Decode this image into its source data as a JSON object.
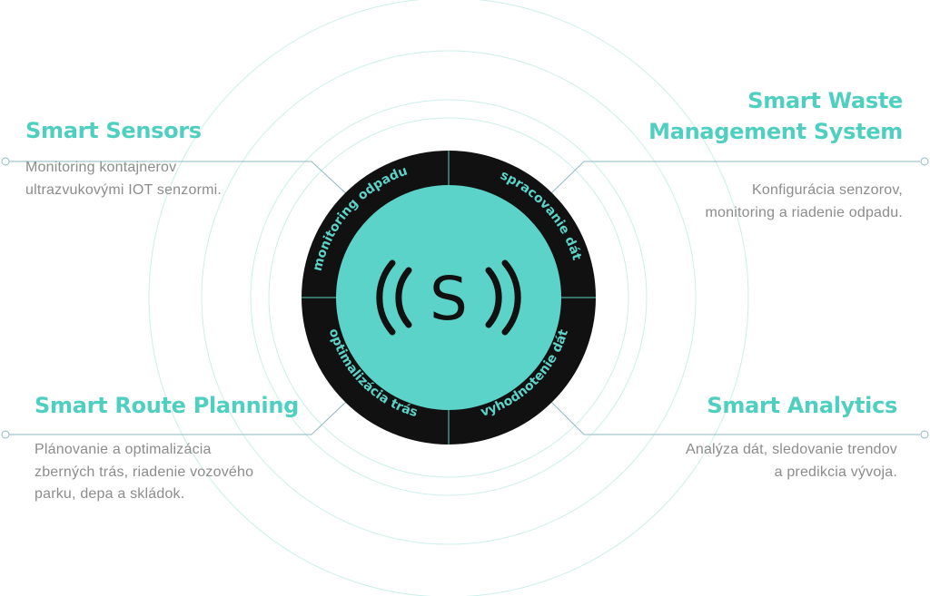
{
  "colors": {
    "accent": "#5cd3c8",
    "ring": "#111111",
    "orbit": "#cbefea",
    "connector": "#8fb8c4",
    "text_muted": "#8c8c8c"
  },
  "hub": {
    "logo_text": "((S))",
    "segments": [
      "monitoring odpadu",
      "spracovanie dát",
      "vyhodnotenie dát",
      "optimalizácia trás"
    ]
  },
  "features": {
    "sensors": {
      "title": "Smart Sensors",
      "description_lines": [
        "Monitoring kontajnerov",
        "ultrazvukovými IOT senzormi."
      ]
    },
    "waste": {
      "title_lines": [
        "Smart Waste",
        "Management System"
      ],
      "description_lines": [
        "Konfigurácia senzorov,",
        "monitoring a riadenie odpadu."
      ]
    },
    "route": {
      "title": "Smart Route Planning",
      "description_lines": [
        "Plánovanie a optimalizácia",
        "zberných trás, riadenie vozového",
        "parku, depa a skládok."
      ]
    },
    "analytics": {
      "title": "Smart Analytics",
      "description_lines": [
        "Analýza dát, sledovanie trendov",
        "a predikcia vývoja."
      ]
    }
  }
}
